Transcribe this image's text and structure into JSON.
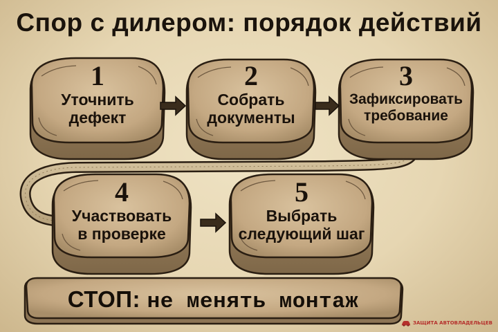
{
  "title": "Спор с дилером: порядок действий",
  "steps": [
    {
      "number": "1",
      "line1": "Уточнить",
      "line2": "дефект"
    },
    {
      "number": "2",
      "line1": "Собрать",
      "line2": "документы"
    },
    {
      "number": "3",
      "line1": "Зафиксировать",
      "line2": "требование"
    },
    {
      "number": "4",
      "line1": "Участвовать",
      "line2": "в проверке"
    },
    {
      "number": "5",
      "line1": "Выбрать",
      "line2": "следующий шаг"
    }
  ],
  "stop_banner": {
    "prefix": "СТОП:",
    "text": "не менять монтаж"
  },
  "logo": {
    "text": "ЗАЩИТА АВТОВЛАДЕЛЬЦЕВ",
    "icon": "car-shield-icon"
  },
  "colors": {
    "stone_top": "#cbb08a",
    "stone_side": "#9c8563",
    "outline": "#2a1e12",
    "logo": "#b5302c"
  }
}
